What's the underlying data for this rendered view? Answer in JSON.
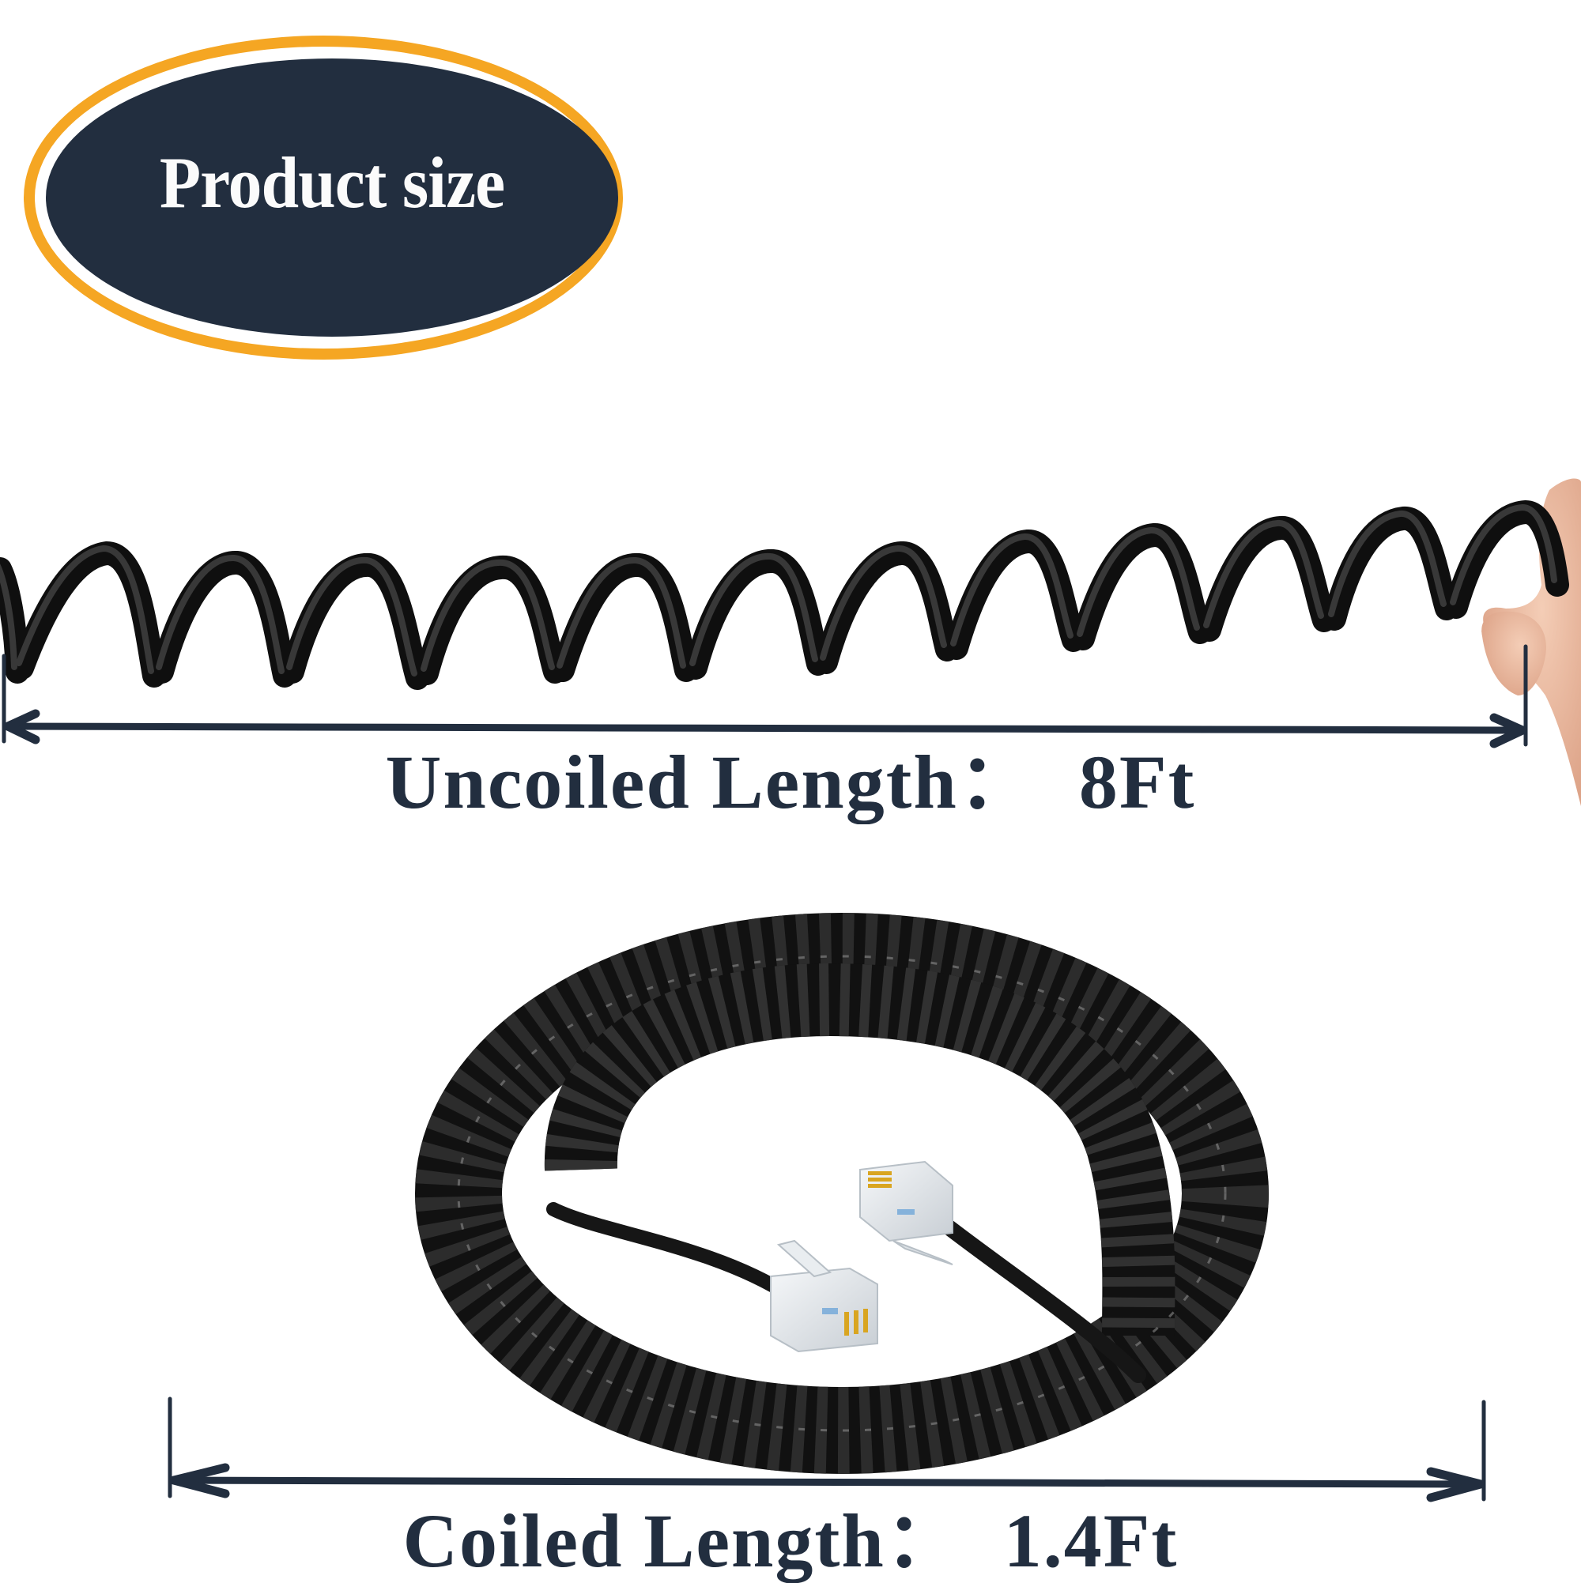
{
  "badge": {
    "title": "Product size",
    "fill_color": "#222e3f",
    "ring_color": "#f5a623",
    "text_color": "#fbfbfb"
  },
  "uncoiled": {
    "label": "Uncoiled Length：  8Ft",
    "value": "8Ft",
    "caption": "Uncoiled Length"
  },
  "coiled": {
    "label": "Coiled Length：  1.4Ft",
    "value": "1.4Ft",
    "caption": "Coiled Length"
  },
  "colors": {
    "accent_navy": "#222e3f",
    "accent_orange": "#f5a623",
    "cable_black": "#1a1a1a",
    "skin": "#e8b49a",
    "background": "#ffffff"
  },
  "images": {
    "stretched_cord": "black-coiled-telephone-cord-stretched-icon",
    "coiled_cord": "black-coiled-telephone-cord-with-rj9-connectors-icon",
    "hand": "hand-holding-cord-icon"
  }
}
